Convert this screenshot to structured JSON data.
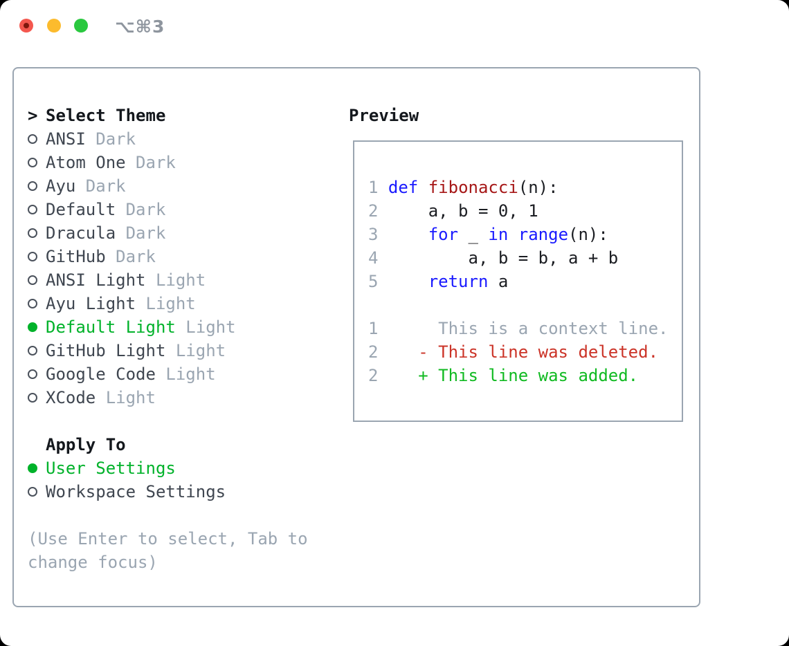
{
  "titlebar": {
    "title": "⌥⌘3"
  },
  "colors": {
    "border": "#9aa5b1",
    "ring": "#4a515b",
    "heading": "#14181d",
    "itemText": "#3f4650",
    "muted": "#9aa5b1",
    "green": "#00b22a",
    "blue": "#1a1aff",
    "darkRed": "#a61717",
    "red": "#cb3327",
    "addedGreen": "#10ba21",
    "codeText": "#1b1d22",
    "titleGray": "#8e959e",
    "trafficRed": "#f4574e",
    "trafficRedDot": "#7f170c",
    "trafficYellow": "#fcbb2d",
    "trafficGreen": "#2ac83f"
  },
  "theme_section": {
    "prompt": ">",
    "title": "Select Theme",
    "options": [
      {
        "name": "ANSI",
        "variant": "Dark",
        "selected": false
      },
      {
        "name": "Atom One",
        "variant": "Dark",
        "selected": false
      },
      {
        "name": "Ayu",
        "variant": "Dark",
        "selected": false
      },
      {
        "name": "Default",
        "variant": "Dark",
        "selected": false
      },
      {
        "name": "Dracula",
        "variant": "Dark",
        "selected": false
      },
      {
        "name": "GitHub",
        "variant": "Dark",
        "selected": false
      },
      {
        "name": "ANSI Light",
        "variant": "Light",
        "selected": false
      },
      {
        "name": "Ayu Light",
        "variant": "Light",
        "selected": false
      },
      {
        "name": "Default Light",
        "variant": "Light",
        "selected": true
      },
      {
        "name": "GitHub Light",
        "variant": "Light",
        "selected": false
      },
      {
        "name": "Google Code",
        "variant": "Light",
        "selected": false
      },
      {
        "name": "XCode",
        "variant": "Light",
        "selected": false
      }
    ]
  },
  "apply_section": {
    "title": "Apply To",
    "options": [
      {
        "name": "User Settings",
        "selected": true
      },
      {
        "name": "Workspace Settings",
        "selected": false
      }
    ]
  },
  "help_text": "(Use Enter to select, Tab to change focus)",
  "preview": {
    "title": "Preview",
    "lines": [
      {
        "parts": []
      },
      {
        "parts": [
          [
            "1 ",
            "muted"
          ],
          [
            "def",
            "blue"
          ],
          [
            " ",
            "codeText"
          ],
          [
            "fibonacci",
            "darkRed"
          ],
          [
            "(n):",
            "codeText"
          ]
        ]
      },
      {
        "parts": [
          [
            "2",
            "muted"
          ],
          [
            "     a, b = 0, 1",
            "codeText"
          ]
        ]
      },
      {
        "parts": [
          [
            "3",
            "muted"
          ],
          [
            "     ",
            "codeText"
          ],
          [
            "for",
            "blue"
          ],
          [
            " _ ",
            "codeText"
          ],
          [
            "in",
            "blue"
          ],
          [
            " ",
            "codeText"
          ],
          [
            "range",
            "blue"
          ],
          [
            "(n):",
            "codeText"
          ]
        ]
      },
      {
        "parts": [
          [
            "4",
            "muted"
          ],
          [
            "         a, b = b, a + b",
            "codeText"
          ]
        ]
      },
      {
        "parts": [
          [
            "5",
            "muted"
          ],
          [
            "     ",
            "codeText"
          ],
          [
            "return",
            "blue"
          ],
          [
            " a",
            "codeText"
          ]
        ]
      },
      {
        "parts": []
      },
      {
        "parts": [
          [
            "1",
            "muted"
          ],
          [
            "      This is a context line.",
            "muted"
          ]
        ]
      },
      {
        "parts": [
          [
            "2",
            "muted"
          ],
          [
            "    - This line was deleted.",
            "red"
          ]
        ]
      },
      {
        "parts": [
          [
            "2",
            "muted"
          ],
          [
            "    + This line was added.",
            "addedGreen"
          ]
        ]
      }
    ]
  }
}
